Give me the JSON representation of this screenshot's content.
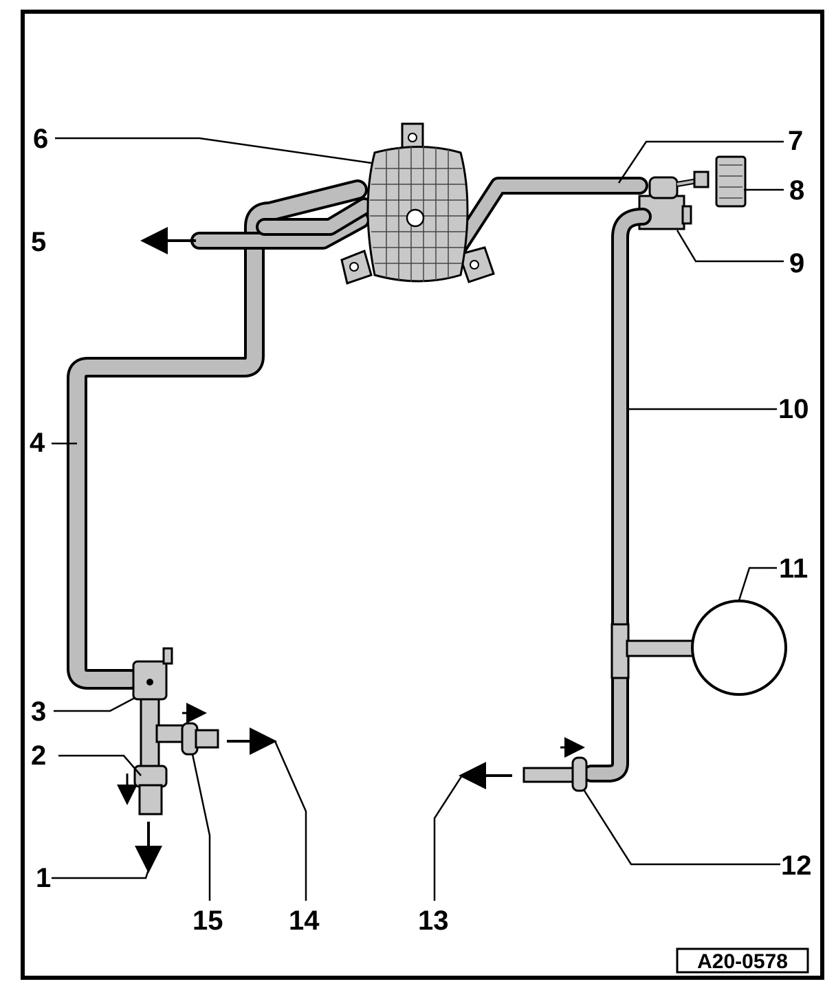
{
  "diagram": {
    "callouts": [
      "1",
      "2",
      "3",
      "4",
      "5",
      "6",
      "7",
      "8",
      "9",
      "10",
      "11",
      "12",
      "13",
      "14",
      "15"
    ],
    "reference_code": "A20-0578"
  }
}
